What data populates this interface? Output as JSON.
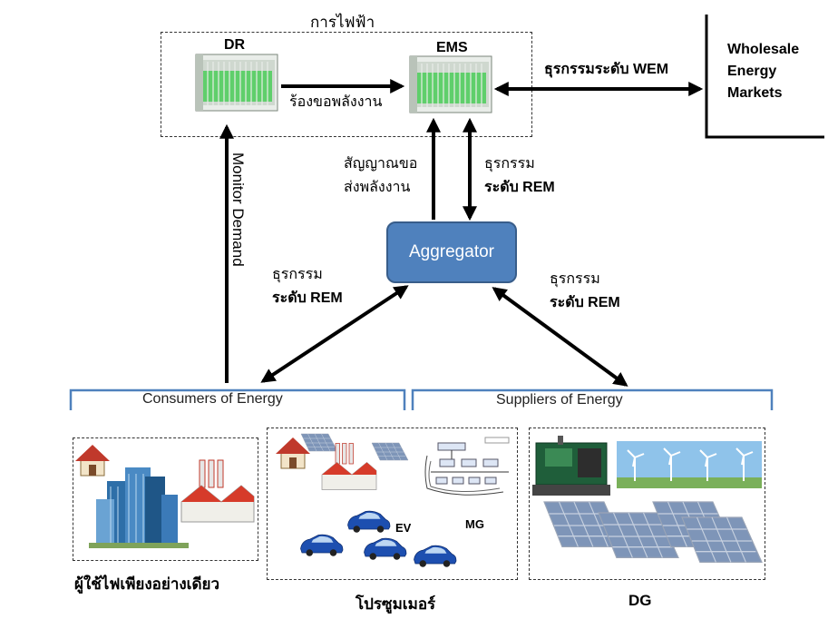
{
  "utility_label": "การไฟฟ้า",
  "dr_label": "DR",
  "ems_label": "EMS",
  "dr_to_ems_label": "ร้องขอพลังงาน",
  "ems_wem_label": "ธุรกรรมระดับ WEM",
  "wholesale_market": [
    "Wholesale",
    "Energy",
    "Markets"
  ],
  "monitor_demand_label": "Monitor Demand",
  "aggregator_to_ems": [
    "สัญญาณขอ",
    "ส่งพลังงาน"
  ],
  "ems_to_aggregator": [
    "ธุรกรรม",
    "ระดับ REM"
  ],
  "consumers_link": [
    "ธุรกรรม",
    "ระดับ REM"
  ],
  "suppliers_link": [
    "ธุรกรรม",
    "ระดับ REM"
  ],
  "aggregator_label": "Aggregator",
  "consumers_group_label": "Consumers of Energy",
  "suppliers_group_label": "Suppliers of Energy",
  "box_consumer_caption": "ผู้ใช้ไฟเพียงอย่างเดียว",
  "box_prosumer_caption": "โปรซูมเมอร์",
  "box_dg_caption": "DG",
  "ev_label": "EV",
  "mg_label": "MG",
  "colors": {
    "aggregator_fill": "#4f81bd",
    "brace": "#4f81bd",
    "server_green": "#5fcf6b"
  },
  "icons": [
    "server-rack-icon",
    "house-icon",
    "city-buildings-icon",
    "factory-icon",
    "solar-panel-icon",
    "electric-car-icon",
    "microgrid-diagram-icon",
    "generator-icon",
    "wind-turbine-icon"
  ]
}
